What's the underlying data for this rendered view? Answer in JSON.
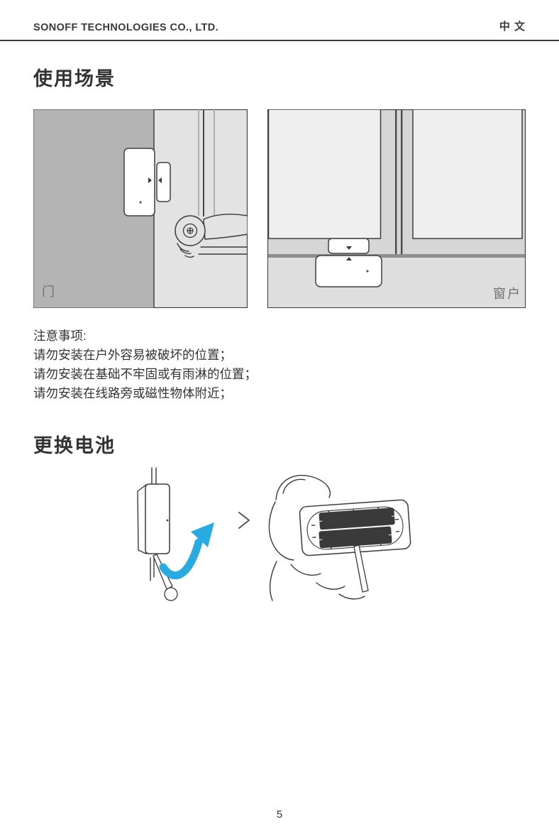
{
  "header": {
    "company": "SONOFF TECHNOLOGIES CO., LTD.",
    "language": "中 文"
  },
  "usage_section": {
    "title": "使用场景",
    "door_label": "门",
    "window_label": "窗户"
  },
  "notes": {
    "title": "注意事项:",
    "items": [
      "请勿安装在户外容易被破坏的位置；",
      "请勿安装在基础不牢固或有雨淋的位置；",
      "请勿安装在线路旁或磁性物体附近；"
    ]
  },
  "battery_section": {
    "title": "更换电池"
  },
  "footer": {
    "page_number": "5"
  },
  "colors": {
    "arrow_blue": "#29ABE2",
    "door_gray": "#b4b4b4",
    "wall_gray": "#e3e3e3",
    "window_frame_gray": "#d6d6d6",
    "window_pane_gray": "#efefef",
    "sill_gray": "#8f8f8f",
    "label_gray": "#6f6f6f",
    "line_dark": "#3a3a3a"
  }
}
